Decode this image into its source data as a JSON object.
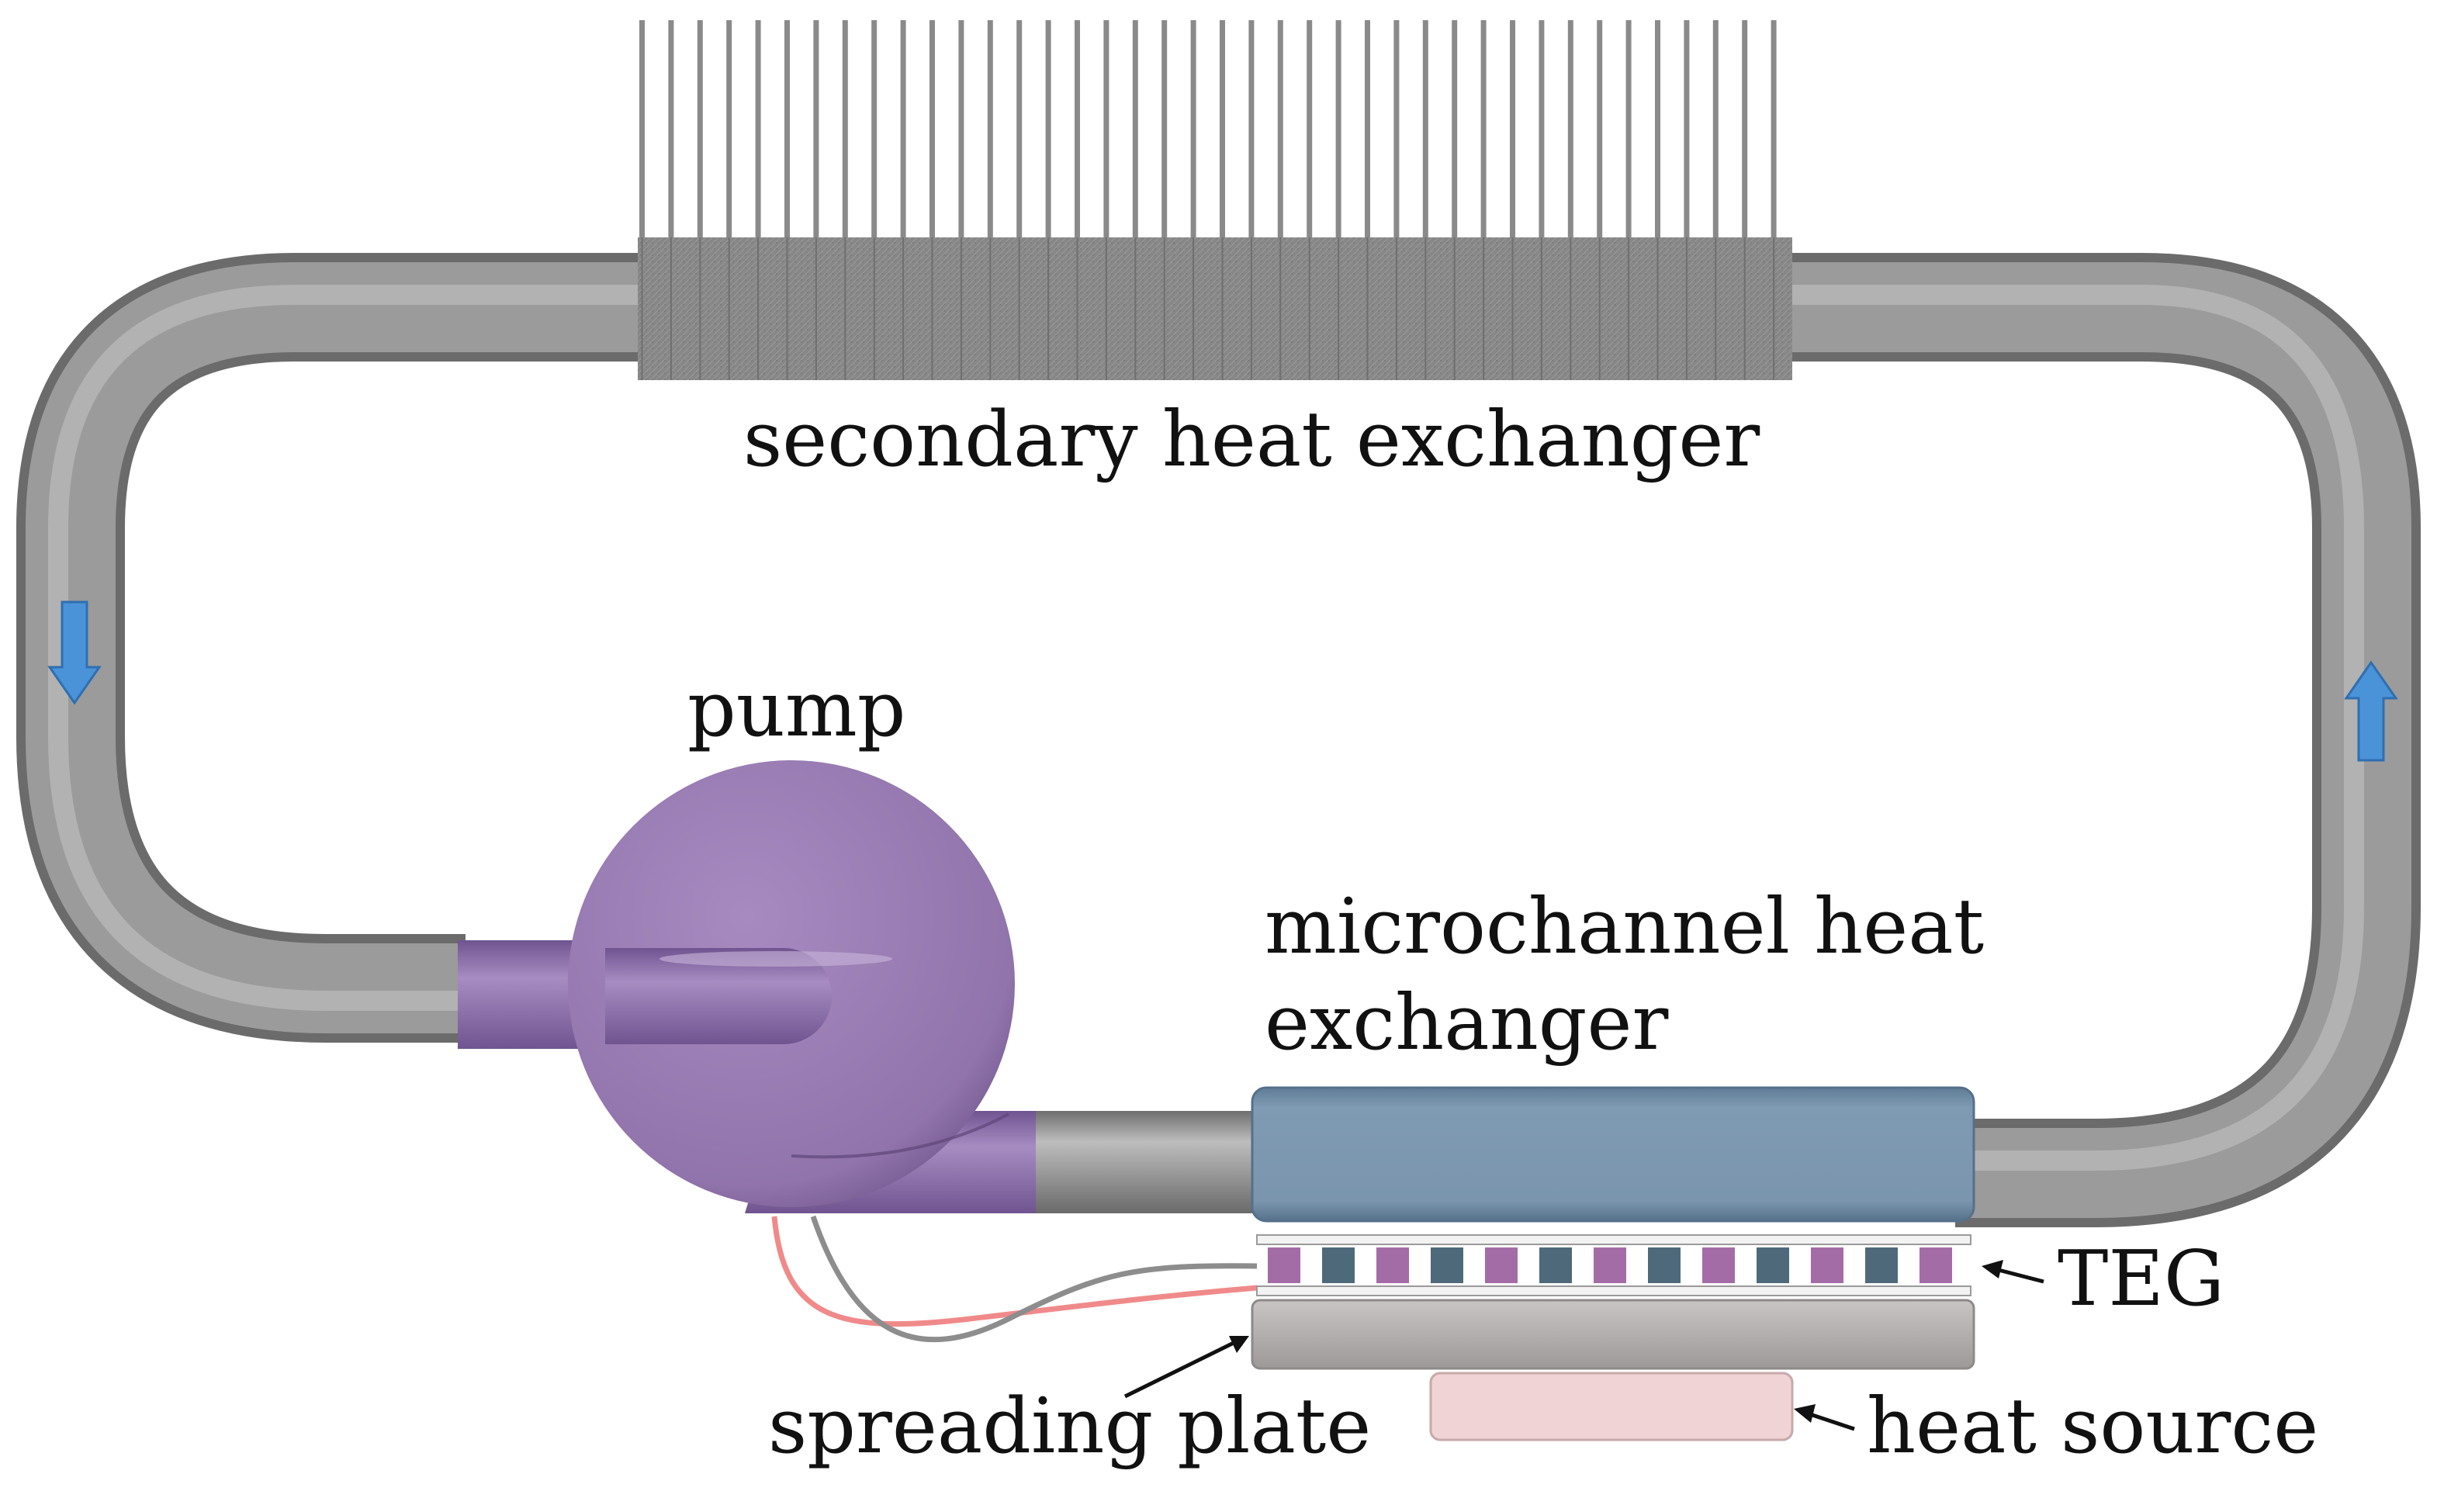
{
  "labels": {
    "secondary_heat_exchanger": "secondary heat exchanger",
    "pump": "pump",
    "microchannel_line1": "microchannel heat",
    "microchannel_line2": "exchanger",
    "teg": "TEG",
    "spreading_plate": "spreading plate",
    "heat_source": "heat source"
  },
  "colors": {
    "pipe": "#8f8f8f",
    "pump": "#9678b0",
    "microchannel_hx": "#7a95ad",
    "fin_block": "#858585",
    "teg_p": "#a46ca6",
    "teg_n": "#4e6a7a",
    "spreading_plate": "#b4afaf",
    "heat_source": "#efd3d5",
    "flow_arrow": "#4a93d8",
    "wire_red": "#f08a8a",
    "wire_gray": "#8d8d8d"
  },
  "flow_arrows": [
    "down-arrow-icon",
    "up-arrow-icon"
  ]
}
